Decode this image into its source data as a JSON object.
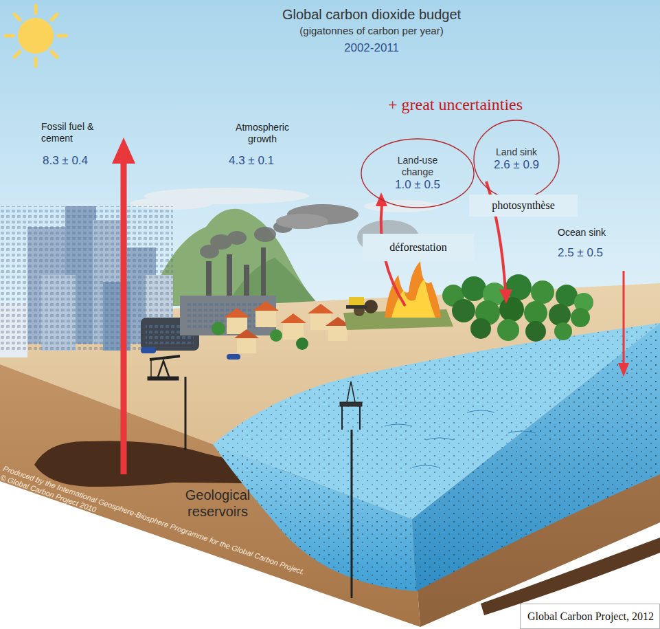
{
  "diagram": {
    "title": "Global carbon dioxide budget",
    "caption": "Global Carbon Project, 2012",
    "nodes": [
      {
        "text": [
          "Land-use change",
          "1.0 ± 0.5"
        ]
      },
      {
        "text": [
          "Land sink",
          "2.6 ± 0.9"
        ]
      },
      {
        "text": [
          "photosynthèse"
        ]
      },
      {
        "text": [
          "déforestation"
        ]
      }
    ],
    "labels": [
      "(gigatonnes of carbon per year)",
      "2002-2011",
      "+ great uncertainties",
      "Fossil fuel & cement",
      "8.3 ± 0.4",
      "Atmospheric growth",
      "4.3 ± 0.1",
      "Ocean sink",
      "2.5 ± 0.5",
      "Geological reservoirs",
      "Produced by the International Geosphere-Biosphere Programme for the Global Carbon Project.",
      "© Global Carbon Project 2010"
    ]
  }
}
